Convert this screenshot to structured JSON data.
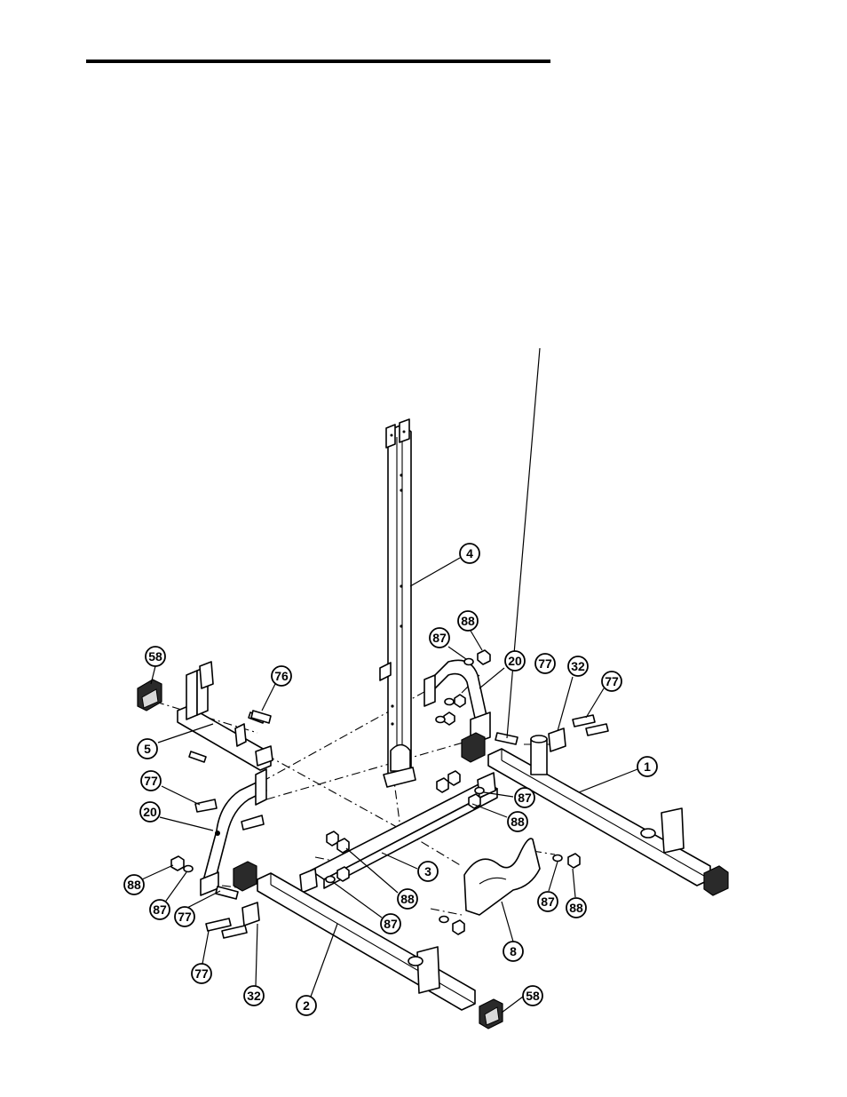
{
  "callouts": [
    {
      "id": "c4",
      "label": "4"
    },
    {
      "id": "c88a",
      "label": "88"
    },
    {
      "id": "c87a",
      "label": "87"
    },
    {
      "id": "c20a",
      "label": "20"
    },
    {
      "id": "c77a",
      "label": "77"
    },
    {
      "id": "c32a",
      "label": "32"
    },
    {
      "id": "c77b",
      "label": "77"
    },
    {
      "id": "c58a",
      "label": "58"
    },
    {
      "id": "c76",
      "label": "76"
    },
    {
      "id": "c5",
      "label": "5"
    },
    {
      "id": "c1",
      "label": "1"
    },
    {
      "id": "c87b",
      "label": "87"
    },
    {
      "id": "c88b",
      "label": "88"
    },
    {
      "id": "c77c",
      "label": "77"
    },
    {
      "id": "c20b",
      "label": "20"
    },
    {
      "id": "c3",
      "label": "3"
    },
    {
      "id": "c88c",
      "label": "88"
    },
    {
      "id": "c87c",
      "label": "87"
    },
    {
      "id": "c88d",
      "label": "88"
    },
    {
      "id": "c87d",
      "label": "87"
    },
    {
      "id": "c77d",
      "label": "77"
    },
    {
      "id": "c87e",
      "label": "87"
    },
    {
      "id": "c88e",
      "label": "88"
    },
    {
      "id": "c8",
      "label": "8"
    },
    {
      "id": "c77e",
      "label": "77"
    },
    {
      "id": "c32b",
      "label": "32"
    },
    {
      "id": "c2",
      "label": "2"
    },
    {
      "id": "c58b",
      "label": "58"
    }
  ]
}
